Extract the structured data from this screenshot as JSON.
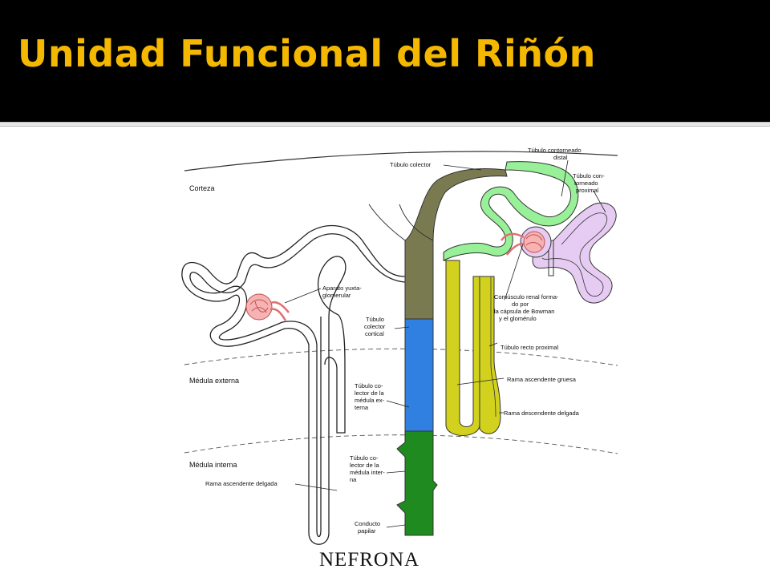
{
  "slide": {
    "title": "Unidad Funcional del Riñón",
    "title_color": "#f5b800",
    "background_bar": "#000000"
  },
  "zones": {
    "corteza": "Corteza",
    "medula_externa": "Médula externa",
    "medula_interna": "Médula interna"
  },
  "labels": {
    "tubulo_colector": "Túbulo colector",
    "tubulo_contorneado_distal": [
      "Túbulo contorneado",
      "distal"
    ],
    "tubulo_contorneado_proximal": [
      "Túbulo con-",
      "torneado",
      "proximal"
    ],
    "aparato_yuxtaglomerular": [
      "Aparato yuxta-",
      "glomerular"
    ],
    "tubulo_colector_cortical": [
      "Túbulo",
      "colector",
      "cortical"
    ],
    "corpusculo_renal": [
      "Corpúsculo renal forma-",
      "do por",
      "la cápsula de Bowman",
      "y el glomérulo"
    ],
    "tubulo_recto_proximal": "Túbulo recto proximal",
    "rama_ascendente_gruesa": "Rama ascendente gruesa",
    "rama_descendente_delgada": "Rama descendente delgada",
    "tubulo_colector_medula_externa": [
      "Túbulo co-",
      "lector de la",
      "médula ex-",
      "terna"
    ],
    "tubulo_colector_medula_interna": [
      "Túbulo co-",
      "lector de la",
      "médula inter-",
      "na"
    ],
    "rama_ascendente_delgada": "Rama ascendente delgada",
    "conducto_papilar": [
      "Conducto",
      "papilar"
    ]
  },
  "caption": "NEFRONA",
  "colors": {
    "collector_cortical": "#7a7a50",
    "collector_outer_medulla": "#2f80e0",
    "collector_inner_medulla": "#1f8a1f",
    "distal_convoluted": "#98f098",
    "proximal_convoluted": "#e6ccf2",
    "straight_segments": "#d2d21e",
    "glomerulus": "#f08c8c"
  }
}
